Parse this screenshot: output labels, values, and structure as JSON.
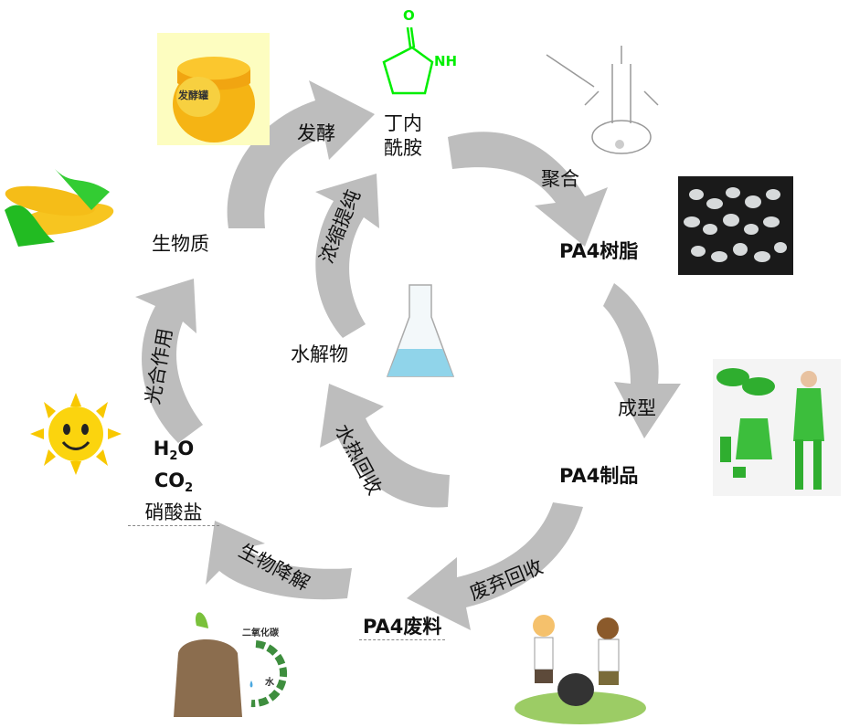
{
  "nodes": {
    "lactam": {
      "line1": "丁内",
      "line2": "酰胺"
    },
    "pa4_resin": "PA4树脂",
    "pa4_product": "PA4制品",
    "pa4_waste": "PA4废料",
    "biomass": "生物质",
    "hydrolysate": "水解物",
    "inorganic": {
      "h2o_main": "H",
      "h2o_sub": "2",
      "h2o_tail": "O",
      "co2_main": "CO",
      "co2_sub": "2",
      "nitrate": "硝酸盐"
    }
  },
  "arrows": {
    "fermentation": "发酵",
    "polymerization": "聚合",
    "molding": "成型",
    "discard_recycle": "废弃回收",
    "biodegradation": "生物降解",
    "photosynthesis": "光合作用",
    "concentrate_purify": "浓缩提纯",
    "hydrothermal_recovery": "水热回收"
  },
  "molecule": {
    "o_label": "O",
    "nh_label": "NH",
    "color": "#00ee00"
  },
  "images": {
    "ferment_jar_label": "发酵罐",
    "compost_co2_label": "二氧化碳",
    "compost_water_label": "水"
  },
  "colors": {
    "arrow_fill": "#bdbdbd",
    "jar_bg": "#fdfdc0",
    "corn": "#f7c520",
    "leaf": "#22bb22"
  }
}
